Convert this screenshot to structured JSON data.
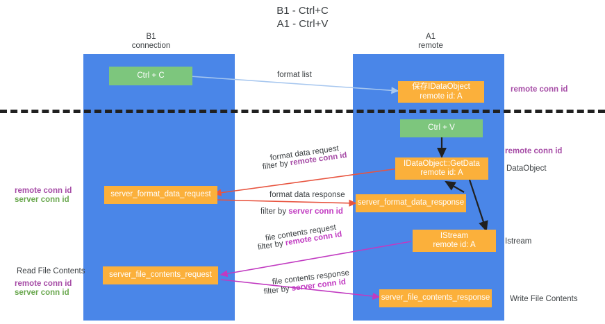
{
  "title": "B1 - Ctrl+C\nA1 - Ctrl+V",
  "columns": [
    {
      "name": "col-b1",
      "label": "B1\nconnection"
    },
    {
      "name": "col-a1",
      "label": "A1\nremote"
    }
  ],
  "nodes": {
    "ctrl_c": "Ctrl + C",
    "ctrl_v": "Ctrl + V",
    "idataobject_top": "保存IDataObject\nremote id: A",
    "idataobject_getdata": "IDataObject::GetData\nremote id: A",
    "istream": "IStream\nremote id: A",
    "server_format_data_request": "server_format_data_request",
    "server_format_data_response": "server_format_data_response",
    "server_file_contents_request": "server_file_contents_request",
    "server_file_contents_response": "server_file_contents_response"
  },
  "edge_labels": {
    "format_list": "format list",
    "format_data_request": "format data request",
    "format_data_request_filter_prefix": "filter by ",
    "format_data_request_filter_key": "remote conn id",
    "format_data_response": "format data response",
    "format_data_response_filter_prefix": "filter by ",
    "format_data_response_filter_key": "server conn id",
    "file_contents_request": "file contents request",
    "file_contents_request_filter_prefix": "filter by ",
    "file_contents_request_filter_key": "remote conn id",
    "file_contents_response": "file contents response",
    "file_contents_response_filter_prefix": "filter by ",
    "file_contents_response_filter_key": "server conn id"
  },
  "side_labels": {
    "right_remote_conn_id_top": "remote conn id",
    "right_remote_conn_id_mid": "remote conn id",
    "right_dataobject": "DataObject",
    "right_istream": "Istream",
    "right_write_file_contents": "Write File Contents",
    "left_remote_conn_id": "remote conn id",
    "left_server_conn_id": "server conn id",
    "left_read_file_contents": "Read File Contents",
    "left_remote_conn_id_2": "remote conn id",
    "left_server_conn_id_2": "server conn id"
  },
  "colors": {
    "lane": "#4a86e8",
    "node_orange": "#fbb03b",
    "node_green": "#7dc67d",
    "accent_purple": "#a64ca6",
    "accent_green": "#6aa84f",
    "accent_magenta": "#c13ac1",
    "arrow_red": "#e8543f",
    "arrow_blue": "#a7c7ef",
    "arrow_black": "#202020",
    "divider": "#202020",
    "background": "#ffffff"
  }
}
